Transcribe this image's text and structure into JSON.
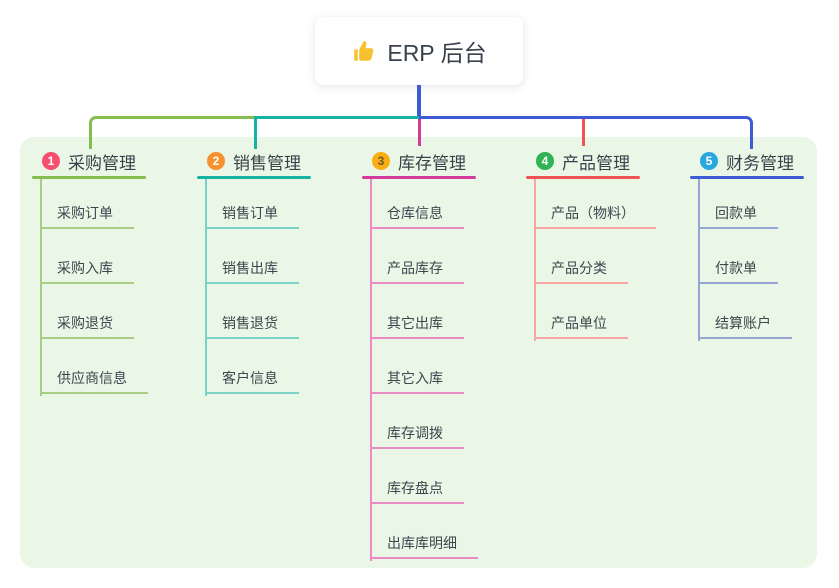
{
  "root": {
    "label": "ERP 后台",
    "icon": "thumbs-up",
    "icon_color": "#F6C02E"
  },
  "canvas": {
    "background": "#FFFFFF",
    "panel_background": "#EBF7E6"
  },
  "connector": {
    "root_line_color": "#3D5BD5"
  },
  "text_colors": {
    "node": "#39414C",
    "child": "#3E454F"
  },
  "branches": [
    {
      "index": "1",
      "label": "采购管理",
      "badge_color": "#F5516F",
      "badge_text_color": "#FFFFFF",
      "line_color": "#85BD4E",
      "child_line_color": "#A8CE86",
      "children": [
        "采购订单",
        "采购入库",
        "采购退货",
        "供应商信息"
      ]
    },
    {
      "index": "2",
      "label": "销售管理",
      "badge_color": "#F7912F",
      "badge_text_color": "#FFFFFF",
      "line_color": "#16B3A3",
      "child_line_color": "#7BD3C5",
      "children": [
        "销售订单",
        "销售出库",
        "销售退货",
        "客户信息"
      ]
    },
    {
      "index": "3",
      "label": "库存管理",
      "badge_color": "#FAAD15",
      "badge_text_color": "#6B5B26",
      "line_color": "#D33C9D",
      "child_line_color": "#E98CC5",
      "children": [
        "仓库信息",
        "产品库存",
        "其它出库",
        "其它入库",
        "库存调拨",
        "库存盘点",
        "出库库明细"
      ]
    },
    {
      "index": "4",
      "label": "产品管理",
      "badge_color": "#2FB354",
      "badge_text_color": "#FFFFFF",
      "line_color": "#F25355",
      "child_line_color": "#F7A6A3",
      "children": [
        "产品（物料）",
        "产品分类",
        "产品单位"
      ]
    },
    {
      "index": "5",
      "label": "财务管理",
      "badge_color": "#29A8E0",
      "badge_text_color": "#FFFFFF",
      "line_color": "#3D5BD5",
      "child_line_color": "#94A5D6",
      "children": [
        "回款单",
        "付款单",
        "结算账户"
      ]
    }
  ]
}
